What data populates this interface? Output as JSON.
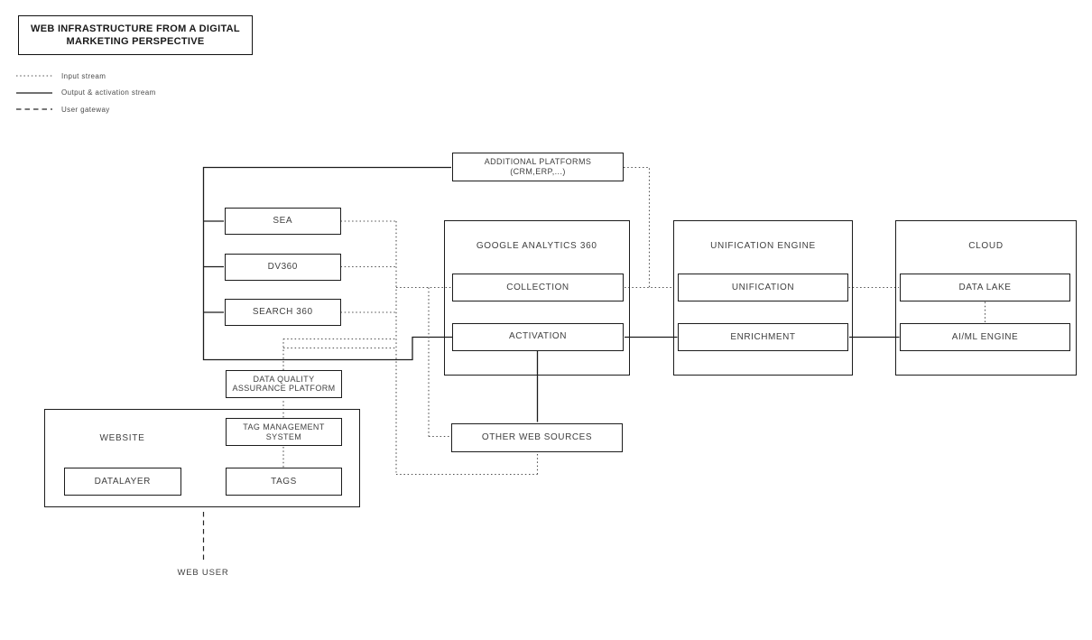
{
  "colors": {
    "background": "#ffffff",
    "solid_stream": "#1c1c1c",
    "dotted_stream": "#4f4f4f",
    "dashed_stream": "#262626",
    "text": "#404040"
  },
  "title": {
    "line1": "WEB INFRASTRUCTURE FROM A DIGITAL",
    "line2": "MARKETING PERSPECTIVE"
  },
  "legend": {
    "input": "Input stream",
    "output": "Output & activation stream",
    "gateway": "User gateway"
  },
  "nodes": {
    "additional_platforms": {
      "line1": "ADDITIONAL PLATFORMS",
      "line2": "(CRM,ERP,...)"
    },
    "sea": "SEA",
    "dv360": "DV360",
    "search360": "SEARCH 360",
    "ga360": "GOOGLE ANALYTICS 360",
    "collection": "COLLECTION",
    "activation": "ACTIVATION",
    "unification_engine": "UNIFICATION ENGINE",
    "unification": "UNIFICATION",
    "enrichment": "ENRICHMENT",
    "cloud": "CLOUD",
    "data_lake": "DATA LAKE",
    "ai_ml_engine": "AI/ML ENGINE",
    "dqap": {
      "line1": "DATA QUALITY",
      "line2": "ASSURANCE PLATFORM"
    },
    "website": "WEBSITE",
    "tag_management": {
      "line1": "TAG MANAGEMENT",
      "line2": "SYSTEM"
    },
    "datalayer": "DATALAYER",
    "tags": "TAGS",
    "other_web_sources": "OTHER WEB SOURCES",
    "web_user": "WEB USER"
  }
}
